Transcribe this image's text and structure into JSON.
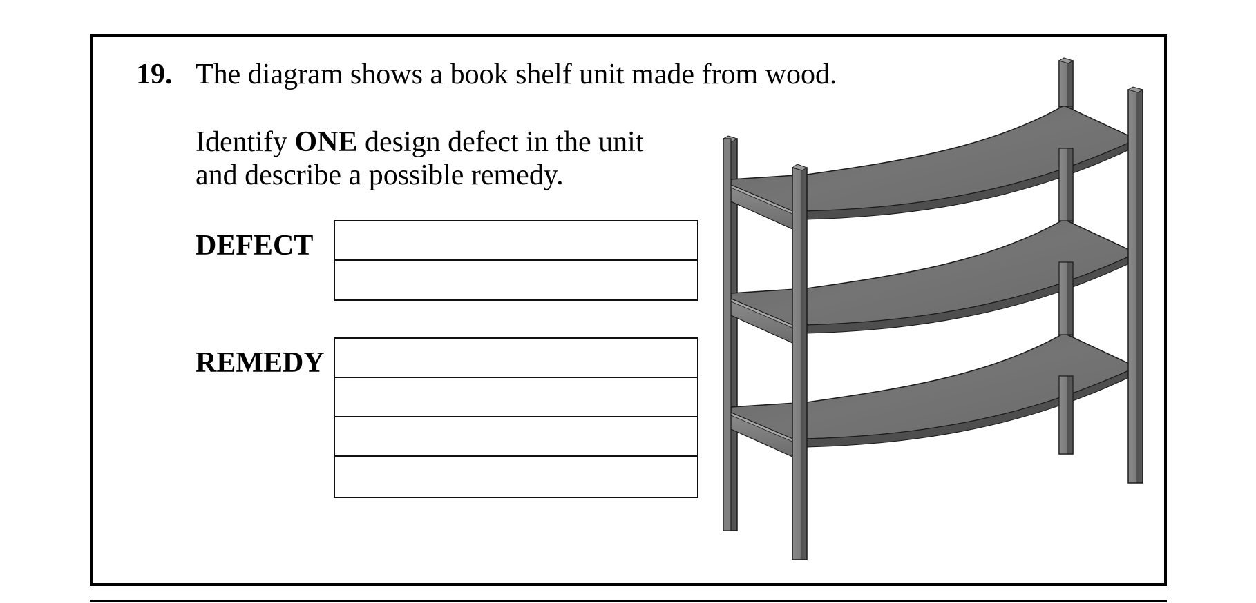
{
  "question": {
    "number": "19.",
    "stem": "The diagram shows a book shelf unit made from wood.",
    "instruction": {
      "prefix": "Identify ",
      "emphasis": "ONE",
      "line1_suffix": " design defect in the unit",
      "line2": "and describe a possible remedy."
    }
  },
  "answer_areas": {
    "defect": {
      "label": "DEFECT",
      "lines": 2
    },
    "remedy": {
      "label": "REMEDY",
      "lines": 4
    }
  },
  "diagram": {
    "subject": "bookshelf-unit",
    "description": "Wooden book shelf with four thin posts and three shelves visibly sagging/curved",
    "shelf_count": 3,
    "post_count": 4,
    "colors": {
      "shelf_top": "#6f6f6f",
      "shelf_edge": "#5a5a5a",
      "post": "#7d7d7d",
      "post_dark": "#555555",
      "outline": "#1a1a1a"
    }
  }
}
